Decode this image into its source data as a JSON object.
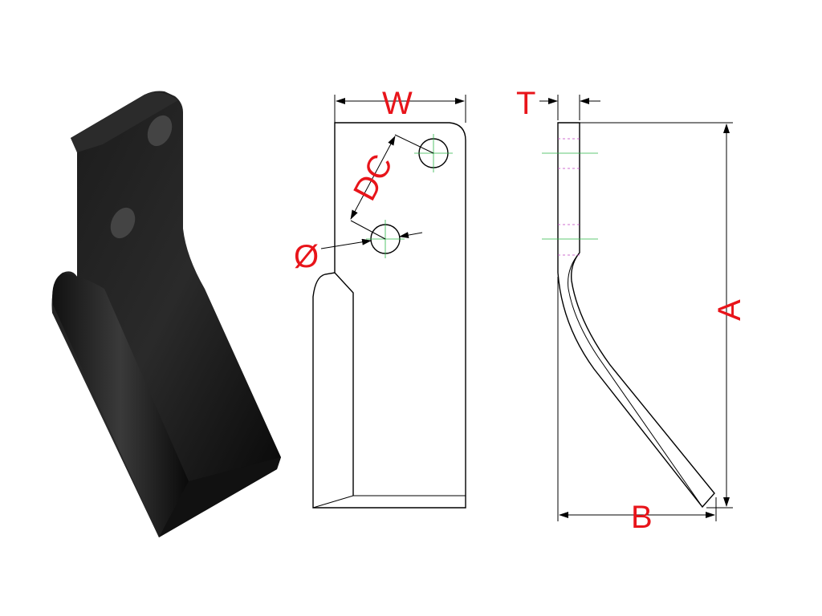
{
  "labels": {
    "width": "W",
    "thickness": "T",
    "hole_distance": "DC",
    "hole_diameter": "Ø",
    "height": "A",
    "offset": "B"
  },
  "colors": {
    "dimension_text": "#e8141a",
    "centerline": "#2db84a",
    "hidden_line": "#c040c0"
  }
}
